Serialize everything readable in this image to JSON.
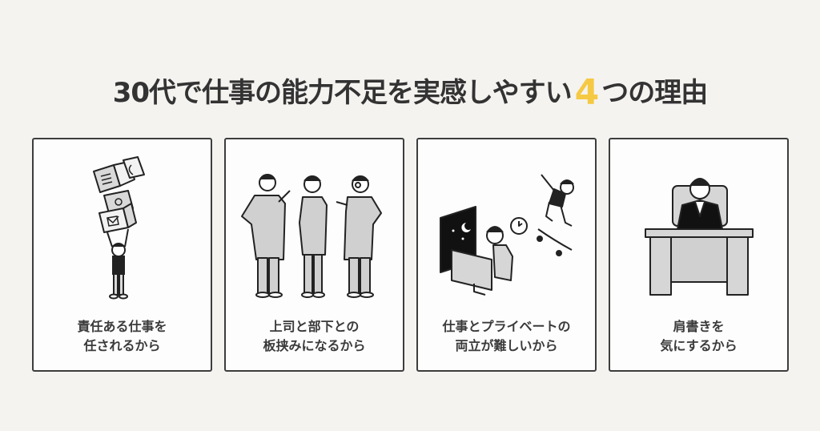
{
  "title": {
    "prefix": "30代で仕事の能力不足を実感しやすい",
    "number": "4",
    "suffix": "つの理由",
    "accent_color": "#f6c944"
  },
  "cards": [
    {
      "illustration": "person-carrying-stacked-boxes-icon",
      "label_lines": [
        "責任ある仕事を",
        "任されるから"
      ]
    },
    {
      "illustration": "three-businessmen-talking-icon",
      "label_lines": [
        "上司と部下との",
        "板挟みになるから"
      ]
    },
    {
      "illustration": "worker-at-computer-night-and-skateboarder-icon",
      "label_lines": [
        "仕事とプライベートの",
        "両立が難しいから"
      ]
    },
    {
      "illustration": "executive-at-desk-icon",
      "label_lines": [
        "肩書きを",
        "気にするから"
      ]
    }
  ]
}
